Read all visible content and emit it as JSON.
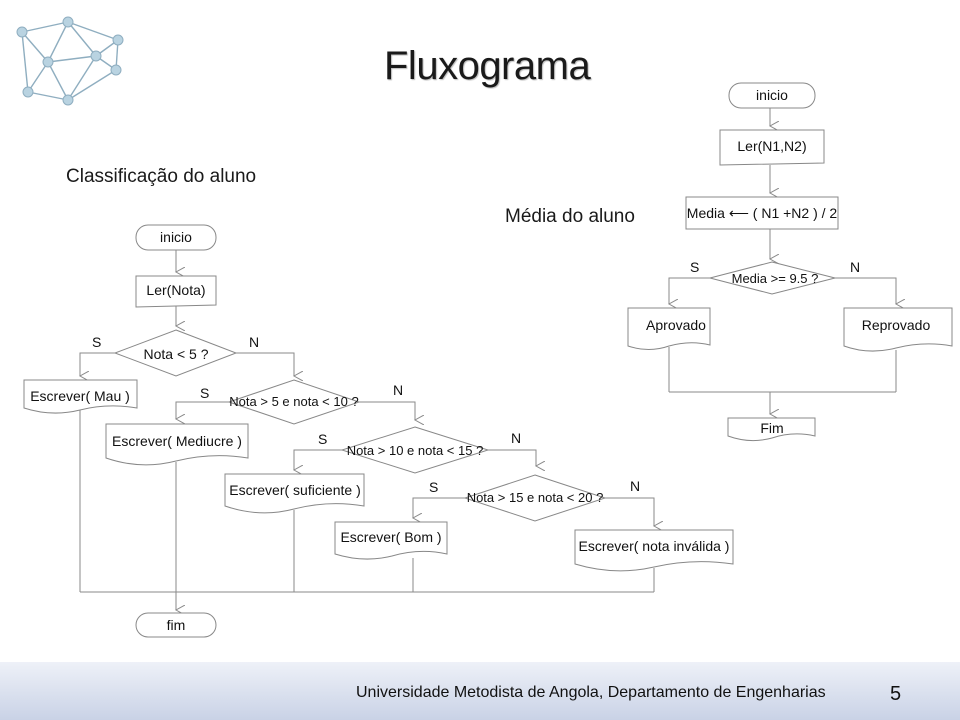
{
  "slide": {
    "title": "Fluxograma",
    "footer": "Universidade Metodista de Angola, Departamento de Engenharias",
    "page_number": "5"
  },
  "left_flowchart": {
    "heading": "Classificação do aluno",
    "start": "inicio",
    "read": "Ler(Nota)",
    "decision1": "Nota < 5 ?",
    "decision2": "Nota > 5 e nota < 10 ?",
    "decision3": "Nota > 10 e nota < 15 ?",
    "decision4": "Nota > 15 e nota < 20 ?",
    "out1": "Escrever( Mau )",
    "out2": "Escrever( Mediucre )",
    "out3": "Escrever( suficiente )",
    "out4": "Escrever( Bom )",
    "out5": "Escrever( nota inválida )",
    "end": "fim",
    "yes": "S",
    "no": "N"
  },
  "right_flowchart": {
    "heading": "Média do aluno",
    "start": "inicio",
    "read": "Ler(N1,N2)",
    "process": "Media ⟵ ( N1 +N2 ) / 2",
    "decision": "Media >= 9.5 ?",
    "out_yes": "Aprovado",
    "out_no": "Reprovado",
    "end": "Fim",
    "yes": "S",
    "no": "N"
  },
  "colors": {
    "line": "#8a8a8a",
    "box_stroke": "#888888",
    "footer_gradient_top": "#eef1f8",
    "footer_gradient_bottom": "#c9d2e6",
    "logo_node": "#b9d3e1"
  },
  "icons": {
    "logo": "network-graph-icon"
  }
}
